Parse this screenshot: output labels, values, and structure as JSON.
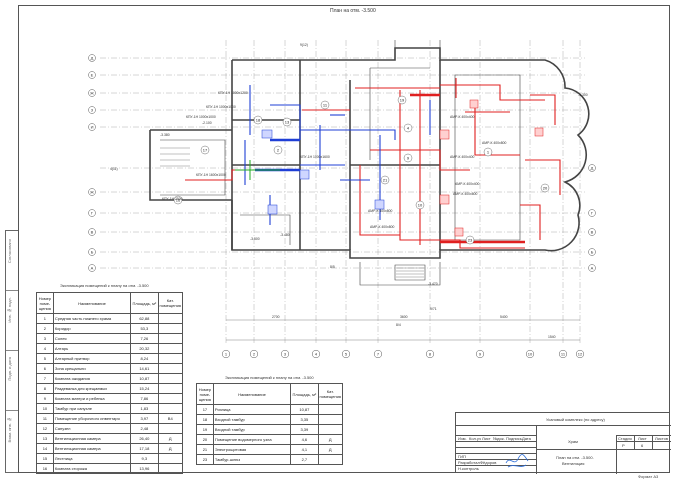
{
  "plan": {
    "title": "План на отм. -3.500",
    "row_axes_right": [
      "Д",
      "Г",
      "В",
      "Б",
      "А"
    ],
    "row_axes_left": [
      "Д",
      "Е",
      "Ж",
      "З",
      "И",
      "Ж",
      "Г",
      "В",
      "Б",
      "А"
    ],
    "col_axes_bottom": [
      "1",
      "2",
      "3",
      "4",
      "5",
      "7",
      "8",
      "9",
      "10",
      "11",
      "12"
    ],
    "labels": {
      "axis_9_12": "9(12)",
      "axis_4_11": "4(11)",
      "axis_8_5": "8/5",
      "axis_8_4": "8/4",
      "axis_9_71": "9/71",
      "kpu_1": "КПУ-1Н 1000х1200",
      "kpu_2": "КПУ-1Н 1000х1000",
      "kpu_3": "КПУ-1Н 1000х1000",
      "kpu_4": "КПУ-1Н 1600х1000",
      "kpu_5": "КПУ-1Н 1000х1600",
      "kpu_6": "КПУ-1Н 2500",
      "amp_1": "АМР-К 400х800",
      "amp_2": "АМР-К 400х400",
      "amp_3": "АМР-К 400х400",
      "amp_4": "АМР-К 400х400",
      "amp_5": "АМР-К 400х800",
      "amp_6": "АМР-К 400х800",
      "amp_7": "АМР-К 400х800",
      "rooms": [
        "1",
        "2",
        "4",
        "9",
        "10",
        "11",
        "13",
        "16",
        "17",
        "18",
        "19",
        "20",
        "21",
        "23"
      ],
      "level_1": "-3.300",
      "level_2": "-3.500",
      "level_3": "-3.480",
      "level_4": "-3.470",
      "level_5": "-2.100",
      "level_6": "-3.380",
      "dim_1": "2700",
      "dim_2": "3600",
      "dim_3": "5400",
      "dim_4": "1540"
    }
  },
  "table1": {
    "caption": "Экспликация помещений к плану на отм. -3.500",
    "headers": [
      "Номер поме-щения",
      "Наименование",
      "Площадь, м²",
      "Кат. помещения"
    ],
    "rows": [
      [
        "1",
        "Средняя часть нижнего храма",
        "62,88",
        ""
      ],
      [
        "2",
        "Коридор",
        "53,3",
        ""
      ],
      [
        "3",
        "Солея",
        "7,26",
        ""
      ],
      [
        "4",
        "Алтарь",
        "20,32",
        ""
      ],
      [
        "5",
        "Алтарный притвор",
        "8,24",
        ""
      ],
      [
        "6",
        "Зона крещальни",
        "14,61",
        ""
      ],
      [
        "7",
        "Комната ожидания",
        "10,87",
        ""
      ],
      [
        "8",
        "Раздевалка для крещаемых",
        "15,24",
        ""
      ],
      [
        "9",
        "Комната матери и ребенка",
        "7,86",
        ""
      ],
      [
        "10",
        "Тамбур при санузле",
        "1,83",
        ""
      ],
      [
        "11",
        "Помещение уборочного инвентаря",
        "3,97",
        "В4"
      ],
      [
        "12",
        "Санузел",
        "2,48",
        ""
      ],
      [
        "13",
        "Вентиляционная камера",
        "26,40",
        "Д"
      ],
      [
        "14",
        "Вентиляционная камера",
        "17,18",
        "Д"
      ],
      [
        "15",
        "Лестница",
        "9,3",
        ""
      ],
      [
        "16",
        "Комната сторожа",
        "13,96",
        ""
      ]
    ]
  },
  "table2": {
    "caption": "Экспликация помещений к плану на отм. -3.500",
    "headers": [
      "Номер поме-щения",
      "Наименование",
      "Площадь, м²",
      "Кат. помещения"
    ],
    "rows": [
      [
        "17",
        "Ризница",
        "10,87",
        ""
      ],
      [
        "18",
        "Входной тамбур",
        "3,35",
        ""
      ],
      [
        "19",
        "Входной тамбур",
        "3,39",
        ""
      ],
      [
        "20",
        "Помещение водомерного узла",
        "4,6",
        "Д"
      ],
      [
        "21",
        "Электрощитовая",
        "4,1",
        "Д"
      ],
      [
        "23",
        "Тамбур-шлюз",
        "2,7",
        ""
      ]
    ]
  },
  "stamp": {
    "project": "Усановый комплекс (по адресу)",
    "header_cols": [
      "Изм.",
      "Кол.уч",
      "Лист",
      "№док.",
      "Подпись",
      "Дата"
    ],
    "roles": [
      "ГИП",
      "Разработал",
      "Н.контроль"
    ],
    "names": [
      "",
      "Фёдоров",
      ""
    ],
    "object": "Храм",
    "stage_label": "Стадия",
    "sheet_label": "Лист",
    "sheets_label": "Листов",
    "stage": "Р",
    "sheet": "6",
    "sheet_title_1": "План на отм. -3.500.",
    "sheet_title_2": "Вентиляция",
    "format": "Формат А3"
  },
  "side_strip": [
    "Согласовано",
    "Инв. № подл.",
    "Подп. и дата",
    "Взам. инв. №"
  ],
  "colors": {
    "supply": "#e02020",
    "exhaust": "#1f3fd6",
    "wall": "#444444",
    "green": "#22aa22"
  }
}
